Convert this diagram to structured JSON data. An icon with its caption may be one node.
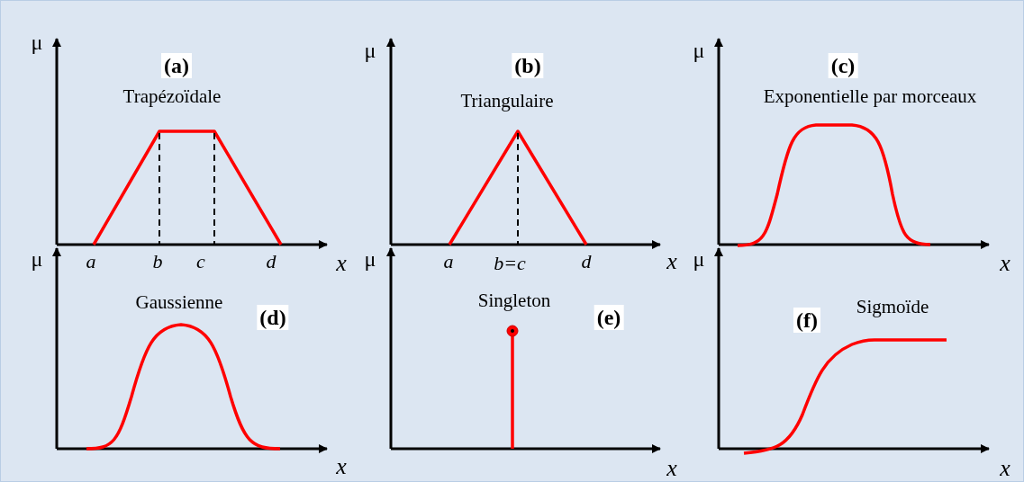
{
  "diagram": {
    "labels": [
      "μ",
      "(a)",
      "Trapézoïdale",
      "a",
      "b",
      "c",
      "d",
      "x",
      "μ",
      "(b)",
      "Triangulaire",
      "a",
      "b=c",
      "d",
      "x",
      "μ",
      "(c)",
      "Exponentielle par morceaux",
      "x",
      "μ",
      "Gaussienne",
      "(d)",
      "x",
      "μ",
      "Singleton",
      "(e)",
      "x",
      "μ",
      "Sigmoïde",
      "(f)",
      "x"
    ]
  }
}
